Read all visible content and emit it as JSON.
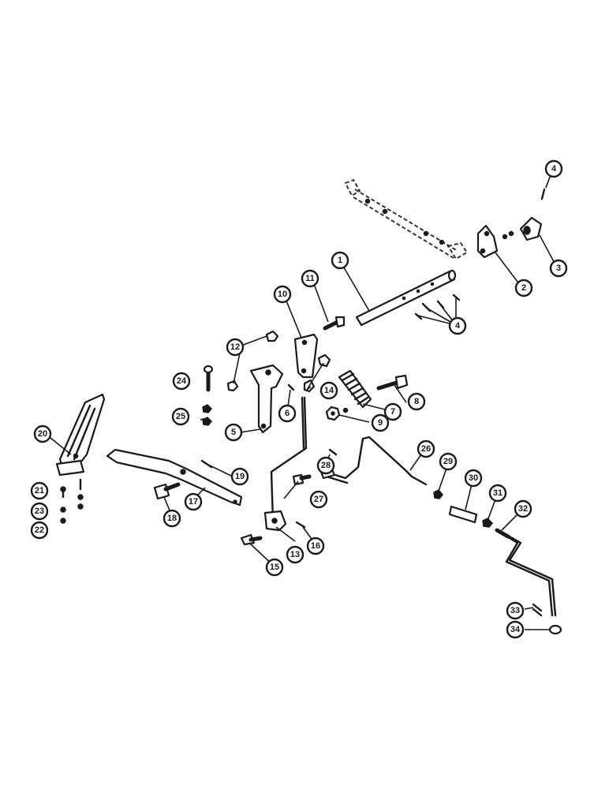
{
  "diagram": {
    "callouts": [
      {
        "id": "c1",
        "label": "1"
      },
      {
        "id": "c2",
        "label": "2"
      },
      {
        "id": "c3",
        "label": "3"
      },
      {
        "id": "c4a",
        "label": "4"
      },
      {
        "id": "c4b",
        "label": "4"
      },
      {
        "id": "c5",
        "label": "5"
      },
      {
        "id": "c6",
        "label": "6"
      },
      {
        "id": "c7",
        "label": "7"
      },
      {
        "id": "c8",
        "label": "8"
      },
      {
        "id": "c9",
        "label": "9"
      },
      {
        "id": "c10",
        "label": "10"
      },
      {
        "id": "c11",
        "label": "11"
      },
      {
        "id": "c12",
        "label": "12"
      },
      {
        "id": "c13",
        "label": "13"
      },
      {
        "id": "c14",
        "label": "14"
      },
      {
        "id": "c15",
        "label": "15"
      },
      {
        "id": "c16",
        "label": "16"
      },
      {
        "id": "c17",
        "label": "17"
      },
      {
        "id": "c18",
        "label": "18"
      },
      {
        "id": "c19",
        "label": "19"
      },
      {
        "id": "c20",
        "label": "20"
      },
      {
        "id": "c21",
        "label": "21"
      },
      {
        "id": "c22",
        "label": "22"
      },
      {
        "id": "c23",
        "label": "23"
      },
      {
        "id": "c24",
        "label": "24"
      },
      {
        "id": "c25",
        "label": "25"
      },
      {
        "id": "c26",
        "label": "26"
      },
      {
        "id": "c27",
        "label": "27"
      },
      {
        "id": "c28",
        "label": "28"
      },
      {
        "id": "c29",
        "label": "29"
      },
      {
        "id": "c30",
        "label": "30"
      },
      {
        "id": "c31",
        "label": "31"
      },
      {
        "id": "c32",
        "label": "32"
      },
      {
        "id": "c33",
        "label": "33"
      },
      {
        "id": "c34",
        "label": "34"
      }
    ]
  }
}
